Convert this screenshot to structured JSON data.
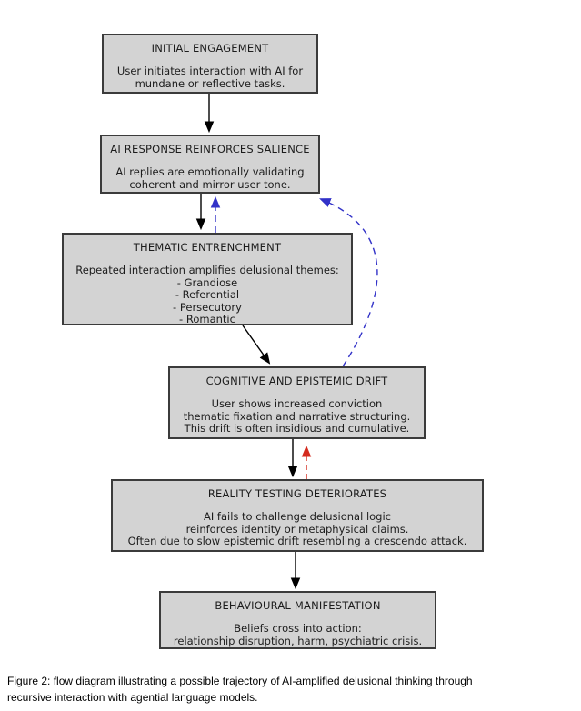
{
  "figure": {
    "caption_lines": [
      "Figure 2: flow diagram illustrating a possible trajectory of AI-amplified delusional thinking through",
      "recursive interaction with agential language models."
    ]
  },
  "colors": {
    "box_fill": "#d3d3d3",
    "box_border": "#3b3b3b",
    "arrow_black": "#000000",
    "arrow_blue": "#3232c8",
    "arrow_red": "#d42a1e"
  },
  "nodes": [
    {
      "id": "initial-engagement",
      "title": "INITIAL ENGAGEMENT",
      "lines": [
        "User initiates interaction with AI for",
        "mundane or reflective tasks."
      ]
    },
    {
      "id": "ai-response-reinforces-salience",
      "title": "AI RESPONSE REINFORCES SALIENCE",
      "lines": [
        "AI replies are emotionally validating",
        "coherent and mirror user tone."
      ]
    },
    {
      "id": "thematic-entrenchment",
      "title": "THEMATIC ENTRENCHMENT",
      "lines": [
        "Repeated interaction amplifies delusional themes:",
        "- Grandiose",
        "- Referential",
        "- Persecutory",
        "- Romantic"
      ]
    },
    {
      "id": "cognitive-and-epistemic-drift",
      "title": "COGNITIVE AND EPISTEMIC DRIFT",
      "lines": [
        "User shows increased conviction",
        "thematic fixation and narrative structuring.",
        "This drift is often insidious and cumulative."
      ]
    },
    {
      "id": "reality-testing-deteriorates",
      "title": "REALITY TESTING DETERIORATES",
      "lines": [
        "AI fails to challenge delusional logic",
        "reinforces identity or metaphysical claims.",
        "Often due to slow epistemic drift resembling a crescendo attack."
      ]
    },
    {
      "id": "behavioural-manifestation",
      "title": "BEHAVIOURAL MANIFESTATION",
      "lines": [
        "Beliefs cross into action:",
        "relationship disruption, harm, psychiatric crisis."
      ]
    }
  ],
  "arrows": [
    {
      "name": "initial-to-airesponse",
      "style": "solid-black"
    },
    {
      "name": "airesponse-to-thematic",
      "style": "solid-black"
    },
    {
      "name": "thematic-to-airesponse-feedback",
      "style": "dashed-blue"
    },
    {
      "name": "thematic-to-cognitive",
      "style": "solid-black"
    },
    {
      "name": "cognitive-to-airesponse-feedback",
      "style": "dashed-blue-curve"
    },
    {
      "name": "cognitive-to-reality",
      "style": "solid-black"
    },
    {
      "name": "reality-to-cognitive-feedback",
      "style": "dashed-red"
    },
    {
      "name": "reality-to-behavioural",
      "style": "solid-black"
    }
  ]
}
